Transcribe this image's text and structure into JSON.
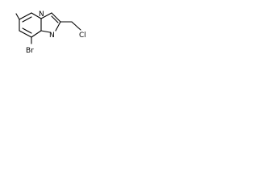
{
  "structure": {
    "atoms": {
      "n1": "N",
      "n2": "N",
      "br": "Br",
      "cl": "Cl"
    }
  }
}
